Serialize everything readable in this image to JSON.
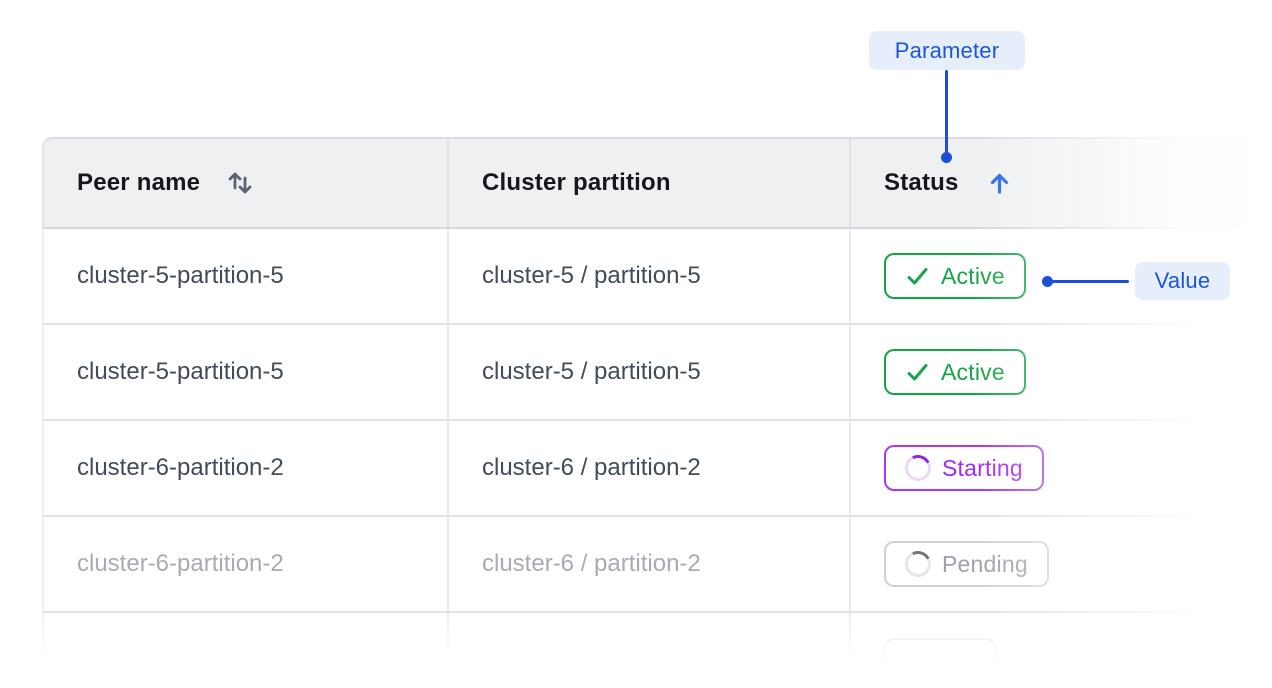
{
  "annotations": {
    "parameter_label": "Parameter",
    "value_label": "Value"
  },
  "table": {
    "columns": [
      {
        "label": "Peer name",
        "sort": "sortable-unsorted"
      },
      {
        "label": "Cluster partition",
        "sort": "none"
      },
      {
        "label": "Status",
        "sort": "ascending"
      }
    ],
    "rows": [
      {
        "peer": "cluster-5-partition-5",
        "partition": "cluster-5 / partition-5",
        "status": "Active",
        "status_kind": "active",
        "muted": false
      },
      {
        "peer": "cluster-5-partition-5",
        "partition": "cluster-5 / partition-5",
        "status": "Active",
        "status_kind": "active",
        "muted": false
      },
      {
        "peer": "cluster-6-partition-2",
        "partition": "cluster-6 / partition-2",
        "status": "Starting",
        "status_kind": "starting",
        "muted": false
      },
      {
        "peer": "cluster-6-partition-2",
        "partition": "cluster-6 / partition-2",
        "status": "Pending",
        "status_kind": "pending",
        "muted": true
      },
      {
        "peer": "",
        "partition": "",
        "status": "",
        "status_kind": "ghost",
        "muted": true
      }
    ]
  },
  "colors": {
    "annotation_bg": "#E7EEFB",
    "annotation_text": "#1A56DB",
    "connector_blue": "#1D4ED8",
    "sort_active_blue": "#2563EB",
    "sort_icon_gray": "#5C6370",
    "header_bg": "#EFF0F2",
    "header_text": "#15171C",
    "row_text": "#414B59",
    "row_text_muted": "#A7ABB3",
    "status_active_green": "#16A34A",
    "status_starting_purple": "#A328F2",
    "status_pending_gray": "#9DA1A9"
  }
}
